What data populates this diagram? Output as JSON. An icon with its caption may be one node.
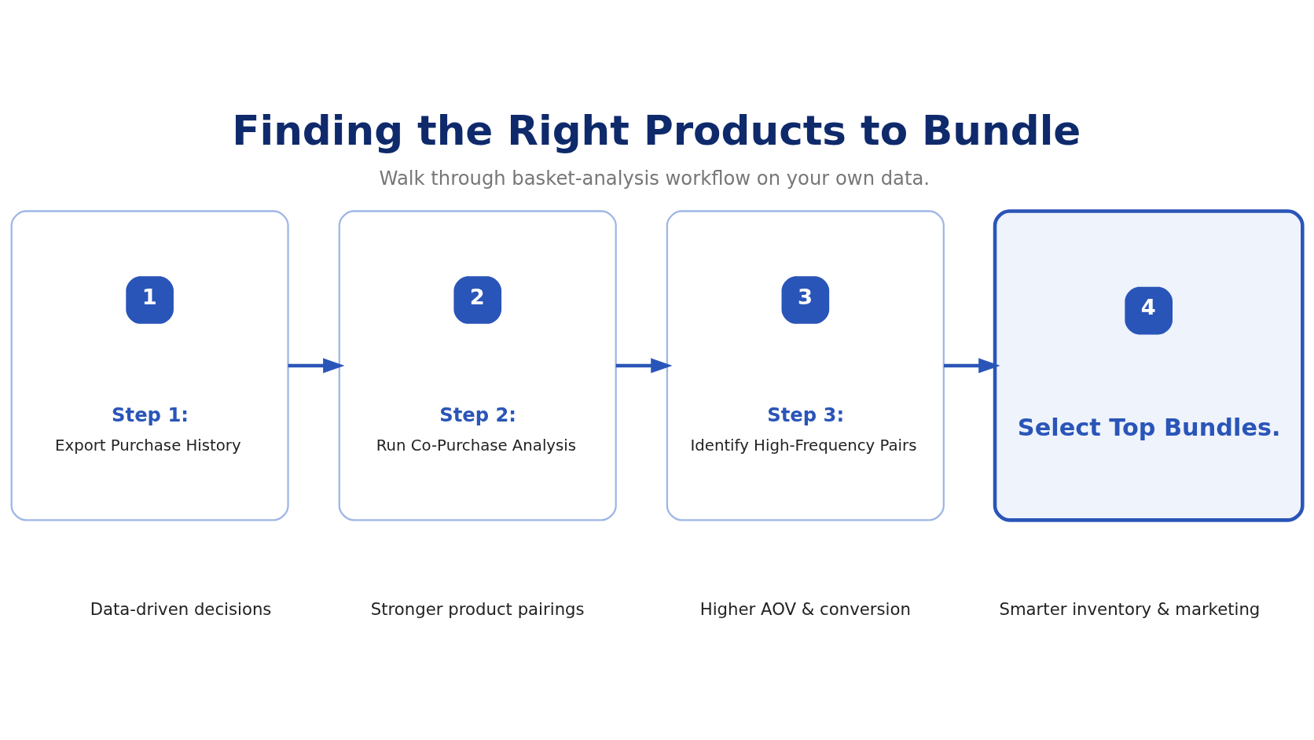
{
  "diagram": {
    "title": "Finding the Right Products to Bundle",
    "caption": "Walk through basket-analysis workflow on your own data.",
    "nodes": [
      {
        "text": [
          "1",
          "Step 1:",
          "Export Purchase History"
        ]
      },
      {
        "text": [
          "2",
          "Step 2:",
          "Run Co-Purchase Analysis"
        ]
      },
      {
        "text": [
          "3",
          "Step 3:",
          "Identify High-Frequency Pairs"
        ]
      },
      {
        "text": [
          "4",
          "Select Top Bundles."
        ]
      }
    ],
    "edges": [
      {
        "from": 0,
        "to": 1,
        "arrow": "to"
      },
      {
        "from": 1,
        "to": 2,
        "arrow": "to"
      },
      {
        "from": 2,
        "to": 3,
        "arrow": "to"
      }
    ],
    "labels": [
      "Data-driven decisions",
      "Stronger product pairings",
      "Higher AOV & conversion",
      "Smarter inventory & marketing"
    ]
  }
}
